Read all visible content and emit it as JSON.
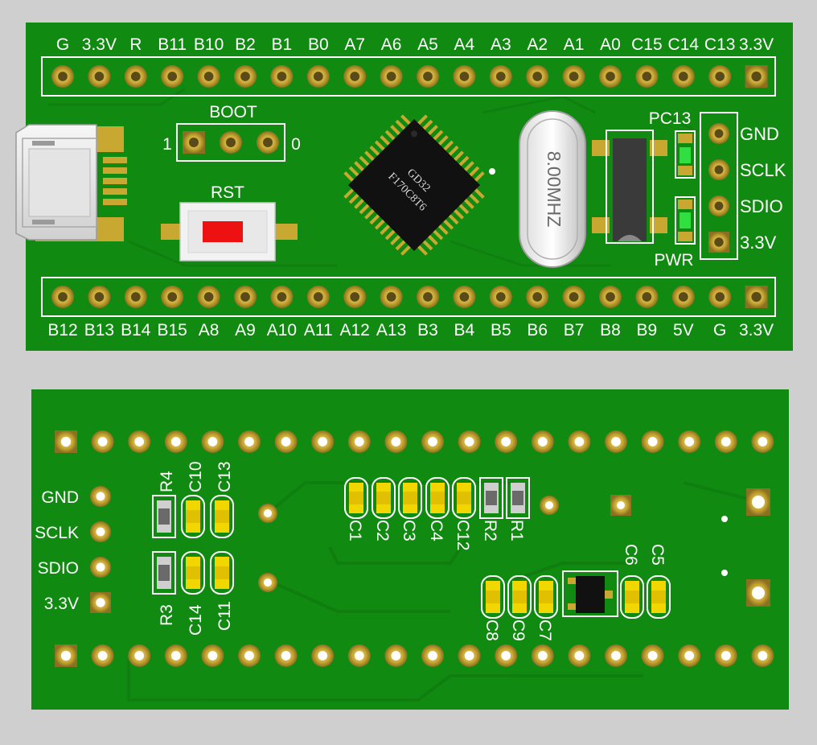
{
  "top_view": {
    "top_header_labels": [
      "G",
      "3.3V",
      "R",
      "B11",
      "B10",
      "B2",
      "B1",
      "B0",
      "A7",
      "A6",
      "A5",
      "A4",
      "A3",
      "A2",
      "A1",
      "A0",
      "C15",
      "C14",
      "C13",
      "3.3V"
    ],
    "bottom_header_labels": [
      "B12",
      "B13",
      "B14",
      "B15",
      "A8",
      "A9",
      "A10",
      "A11",
      "A12",
      "A13",
      "B3",
      "B4",
      "B5",
      "B6",
      "B7",
      "B8",
      "B9",
      "5V",
      "G",
      "3.3V"
    ],
    "swd_labels": [
      "GND",
      "SCLK",
      "SDIO",
      "3.3V"
    ],
    "boot": {
      "title": "BOOT",
      "left": "1",
      "right": "0"
    },
    "rst_label": "RST",
    "chip": {
      "line1": "GD32",
      "line2": "F170C8T6"
    },
    "crystal_label": "8.00MHZ",
    "led_pc13_label": "PC13",
    "led_pwr_label": "PWR"
  },
  "bottom_view": {
    "swd_labels": [
      "GND",
      "SCLK",
      "SDIO",
      "3.3V"
    ],
    "components_left_top": [
      "R4",
      "C10",
      "C13"
    ],
    "components_left_bottom": [
      "R3",
      "C14",
      "C11"
    ],
    "components_mid": [
      "C1",
      "C2",
      "C3",
      "C4",
      "C12",
      "R2",
      "R1"
    ],
    "components_right_bottom": [
      "C8",
      "C9",
      "C7"
    ],
    "components_right_top": [
      "C6",
      "C5"
    ]
  },
  "colors": {
    "pcb_green": "#118a11",
    "pcb_outline": "#0a6a0a",
    "pad_gold": "#c9a832",
    "led_green": "#2fe040",
    "button_red": "#ee1111",
    "chip_black": "#111111"
  }
}
